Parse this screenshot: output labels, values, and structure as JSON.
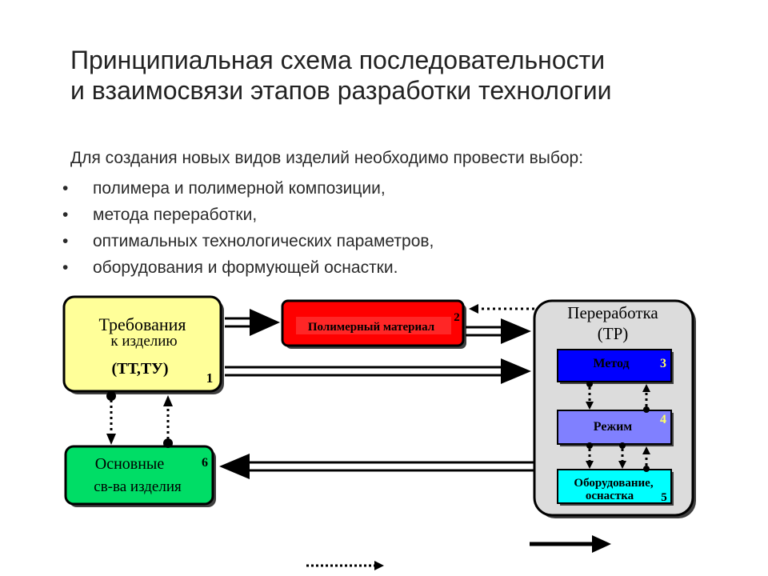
{
  "slide": {
    "title_line1": "Принципиальная схема последовательности",
    "title_line2": "и взаимосвязи этапов разработки технологии",
    "intro": "Для создания новых видов изделий необходимо провести выбор:",
    "bullet_symbol": "•",
    "bullets": [
      "полимера и полимерной композиции,",
      "метода переработки,",
      "оптимальных технологических параметров,",
      "оборудования и формующей оснастки."
    ]
  },
  "diagram": {
    "requirements": {
      "line1": "Требования",
      "line2": "к изделию",
      "line3": "(ТТ,ТУ)",
      "number": "1",
      "color": "#ffff99"
    },
    "material": {
      "label": "Полимерный материал",
      "number": "2",
      "color": "#ff0000"
    },
    "processing": {
      "line1": "Переработка",
      "line2": "(ТР)",
      "color": "#dcdcdc"
    },
    "method": {
      "label": "Метод",
      "number": "3",
      "color": "#0000ff"
    },
    "mode": {
      "label": "Режим",
      "number": "4",
      "color": "#8080ff"
    },
    "equipment": {
      "line1": "Оборудование,",
      "line2": "оснастка",
      "number": "5",
      "color": "#00ffff"
    },
    "properties": {
      "line1": "Основные",
      "line2": "св-ва изделия",
      "number": "6",
      "color": "#00dd66"
    }
  }
}
